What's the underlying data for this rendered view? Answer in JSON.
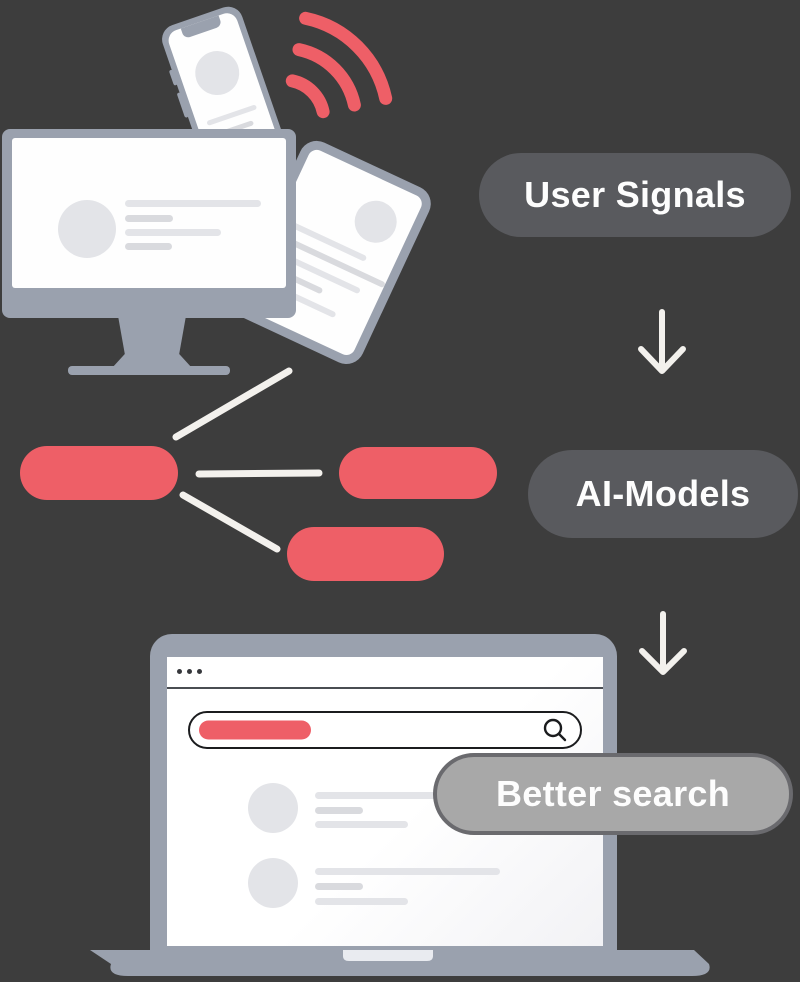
{
  "colors": {
    "bg": "#3d3d3d",
    "red": "#ee5f67",
    "device_gray": "#9aa1ae",
    "screen_white": "#fefefe",
    "placeholder": "#e3e4e8",
    "placeholder_dark": "#d9dade",
    "badge_dark_fill": "#595a5e",
    "badge_light_fill": "#a8a8a8",
    "badge_light_border": "#6a6a6e",
    "connector_white": "#f3f1ed",
    "ink": "#1b1c1e"
  },
  "flow": {
    "steps": [
      {
        "id": "user-signals",
        "label": "User Signals",
        "style": "dark"
      },
      {
        "id": "ai-models",
        "label": "AI-Models",
        "style": "dark"
      },
      {
        "id": "better-search",
        "label": "Better search",
        "style": "light"
      }
    ]
  },
  "illustration": {
    "devices": [
      "smartphone",
      "tablet",
      "desktop-monitor",
      "laptop"
    ],
    "icons": [
      "wifi-signal-icon",
      "down-arrow-icon",
      "search-magnifier-icon",
      "window-dots-icon"
    ],
    "model_node_count": 3,
    "search_result_count": 2
  }
}
